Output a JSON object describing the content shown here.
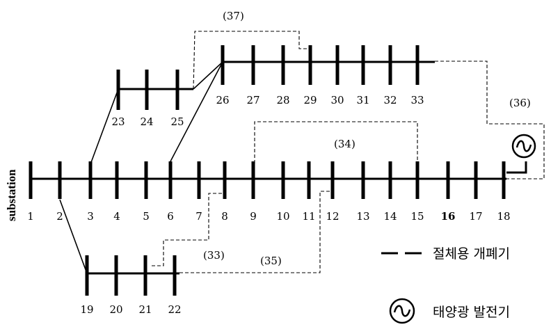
{
  "substation_label": "substation",
  "main_feeder_buses": [
    "1",
    "2",
    "3",
    "4",
    "5",
    "6",
    "7",
    "8",
    "9",
    "10",
    "11",
    "12",
    "13",
    "14",
    "15",
    "16",
    "17",
    "18"
  ],
  "lower_lateral_buses": [
    "19",
    "20",
    "21",
    "22"
  ],
  "left_lateral_buses": [
    "23",
    "24",
    "25"
  ],
  "upper_lateral_buses": [
    "26",
    "27",
    "28",
    "29",
    "30",
    "31",
    "32",
    "33"
  ],
  "tie_switches": [
    "(33)",
    "(34)",
    "(35)",
    "(36)",
    "(37)"
  ],
  "legend": {
    "switch_label": "절체용 개폐기",
    "pv_label": "태양광 발전기"
  }
}
